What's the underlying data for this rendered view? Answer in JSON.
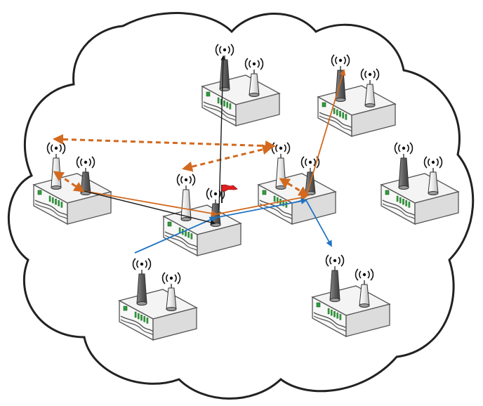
{
  "diagram": {
    "kind": "wireless mesh network",
    "background_color": "#ffffff",
    "cloud": {
      "fill": "#ffffff",
      "stroke": "#222222"
    },
    "router_style": {
      "body_top": "#f4f4f4",
      "body_side": "#dcdcdc",
      "outline": "#555555",
      "led_color": "#2e9e3a",
      "antenna_light": "#e6e6e6",
      "antenna_dark": "#6f6f6f"
    },
    "link_colors": {
      "orange": "#d2691e",
      "blue": "#1f73c4",
      "black": "#1a1a1a"
    },
    "flag_color": "#e02020",
    "routers": [
      {
        "id": "top-center",
        "antennas": [
          "dark",
          "light"
        ]
      },
      {
        "id": "top-right",
        "antennas": [
          "dark",
          "light"
        ]
      },
      {
        "id": "left",
        "antennas": [
          "light",
          "dark"
        ]
      },
      {
        "id": "center-left",
        "antennas": [
          "light",
          "dark"
        ]
      },
      {
        "id": "center-right",
        "antennas": [
          "light",
          "dark"
        ]
      },
      {
        "id": "far-right",
        "antennas": [
          "dark",
          "light"
        ]
      },
      {
        "id": "bottom-left",
        "antennas": [
          "dark",
          "light"
        ]
      },
      {
        "id": "bottom-right",
        "antennas": [
          "dark",
          "light"
        ]
      }
    ],
    "links": [
      {
        "from": "left",
        "to": "center-right",
        "color": "orange",
        "style": "dashed"
      },
      {
        "from": "center-left",
        "to": "center-right",
        "color": "orange",
        "style": "dashed"
      },
      {
        "from": "left",
        "to": "center-left",
        "color": "orange",
        "style": "dashed"
      },
      {
        "from": "center-right",
        "to": "center-right",
        "color": "orange",
        "style": "dashed"
      },
      {
        "from": "left",
        "to": "center-left",
        "color": "orange",
        "style": "solid"
      },
      {
        "from": "center-left",
        "to": "center-right",
        "color": "orange",
        "style": "solid"
      },
      {
        "from": "center-right",
        "to": "top-right",
        "color": "orange",
        "style": "solid"
      },
      {
        "from": "bottom-left",
        "to": "center-left",
        "color": "blue",
        "style": "solid"
      },
      {
        "from": "center-left",
        "to": "center-right",
        "color": "blue",
        "style": "solid"
      },
      {
        "from": "center-right",
        "to": "bottom-right",
        "color": "blue",
        "style": "solid"
      },
      {
        "from": "left",
        "to": "center-left",
        "color": "black",
        "style": "solid"
      },
      {
        "from": "center-left",
        "to": "top-center",
        "color": "black",
        "style": "solid"
      }
    ]
  }
}
